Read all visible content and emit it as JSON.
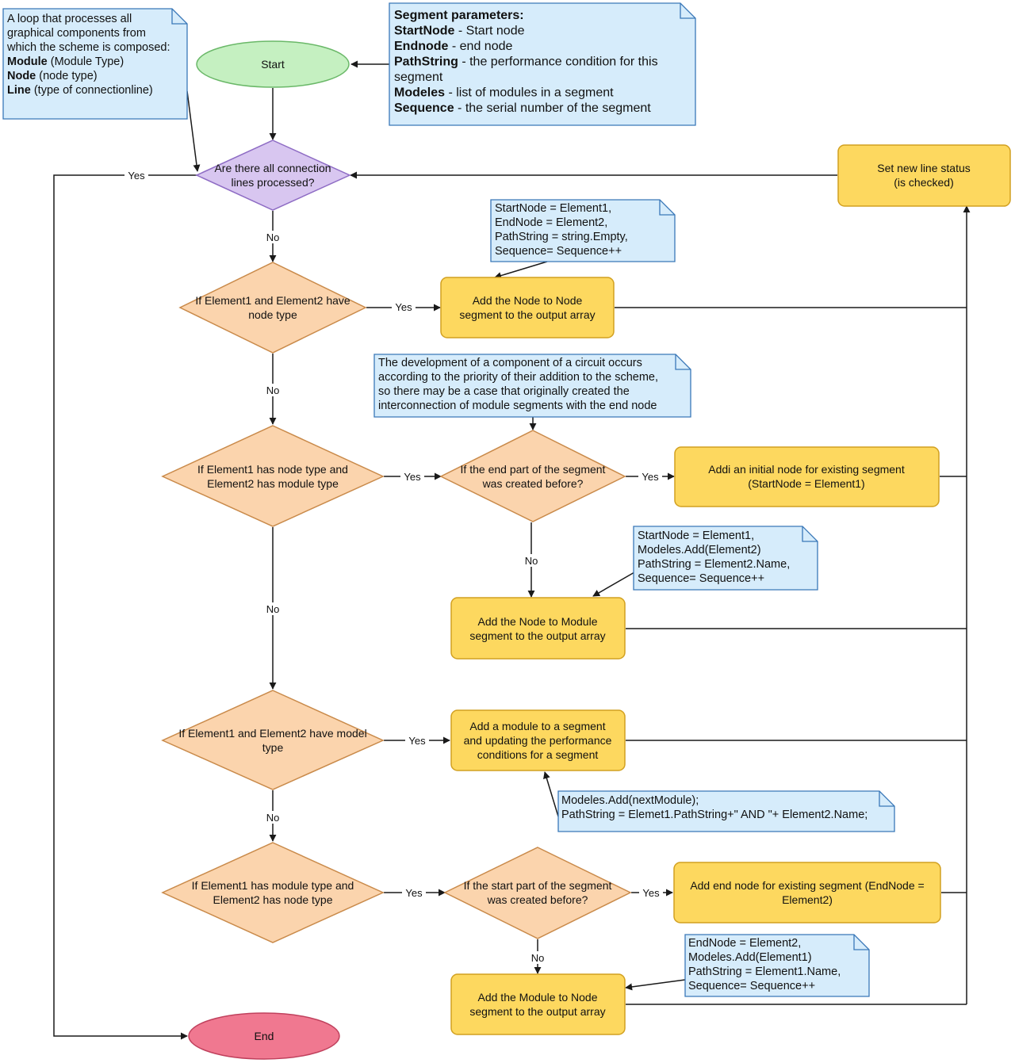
{
  "colors": {
    "note_fill": "#d6ecfb",
    "note_stroke": "#3a78b8",
    "process_fill": "#fdd85f",
    "process_stroke": "#d2a020",
    "decision_fill": "#fbd4ad",
    "decision_stroke": "#c98a4a",
    "start_decision_fill": "#d8c6f0",
    "start_decision_stroke": "#8e6cc4",
    "start_fill": "#c5f0c1",
    "start_stroke": "#6ab868",
    "end_fill": "#f07890",
    "end_stroke": "#c0415d",
    "line": "#1a1a1a"
  },
  "notes": {
    "loop_note": {
      "lines": [
        [
          {
            "t": "A loop that processes all"
          }
        ],
        [
          {
            "t": "graphical components from"
          }
        ],
        [
          {
            "t": "which the scheme is composed:"
          }
        ],
        [
          {
            "t": "Module",
            "b": true
          },
          {
            "t": " (Module Type)"
          }
        ],
        [
          {
            "t": "Node",
            "b": true
          },
          {
            "t": " (node type)"
          }
        ],
        [
          {
            "t": "Line",
            "b": true
          },
          {
            "t": " (type of connectionline)"
          }
        ]
      ]
    },
    "segment_params": {
      "lines": [
        [
          {
            "t": "Segment parameters:",
            "b": true
          }
        ],
        [
          {
            "t": "StartNode",
            "b": true
          },
          {
            "t": " - Start node"
          }
        ],
        [
          {
            "t": "Endnode",
            "b": true
          },
          {
            "t": " - end node"
          }
        ],
        [
          {
            "t": "PathString",
            "b": true
          },
          {
            "t": " - the performance condition for this"
          }
        ],
        [
          {
            "t": "segment"
          }
        ],
        [
          {
            "t": "Modeles",
            "b": true
          },
          {
            "t": " - list of modules in a segment"
          }
        ],
        [
          {
            "t": "Sequence",
            "b": true
          },
          {
            "t": " - the serial number of the segment"
          }
        ]
      ]
    },
    "node_node_note": {
      "lines": [
        [
          {
            "t": "StartNode = Element1,"
          }
        ],
        [
          {
            "t": "EndNode = Element2,"
          }
        ],
        [
          {
            "t": "PathString = string.Empty,"
          }
        ],
        [
          {
            "t": "Sequence= Sequence++"
          }
        ]
      ]
    },
    "priority_note": {
      "lines": [
        [
          {
            "t": "The development of a component of a circuit occurs"
          }
        ],
        [
          {
            "t": "according to the priority of their addition to the scheme,"
          }
        ],
        [
          {
            "t": "so there may be a case that originally created the"
          }
        ],
        [
          {
            "t": "interconnection of module segments with the end node"
          }
        ]
      ]
    },
    "node_module_note": {
      "lines": [
        [
          {
            "t": "StartNode = Element1,"
          }
        ],
        [
          {
            "t": "Modeles.Add(Element2)"
          }
        ],
        [
          {
            "t": "PathString = Element2.Name,"
          }
        ],
        [
          {
            "t": "Sequence= Sequence++"
          }
        ]
      ]
    },
    "add_module_note": {
      "lines": [
        [
          {
            "t": "Modeles.Add(nextModule);"
          }
        ],
        [
          {
            "t": "PathString = Elemet1.PathString+\" AND \"+ Element2.Name;"
          }
        ]
      ]
    },
    "module_node_note": {
      "lines": [
        [
          {
            "t": "EndNode = Element2,"
          }
        ],
        [
          {
            "t": "Modeles.Add(Element1)"
          }
        ],
        [
          {
            "t": "PathString = Element1.Name,"
          }
        ],
        [
          {
            "t": "Sequence= Sequence++"
          }
        ]
      ]
    }
  },
  "nodes": {
    "start": {
      "lines": [
        "Start"
      ]
    },
    "end": {
      "lines": [
        "End"
      ]
    },
    "d_all_processed": {
      "lines": [
        "Are there all connection",
        "lines processed?"
      ]
    },
    "d_node_node": {
      "lines": [
        "If Element1 and Element2 have",
        "node type"
      ]
    },
    "p_add_node_node": {
      "lines": [
        "Add the Node to Node",
        "segment to the output array"
      ]
    },
    "d_node_module": {
      "lines": [
        "If Element1 has  node type and",
        "Element2 has module type"
      ]
    },
    "d_end_part": {
      "lines": [
        "If the end part of the segment",
        "was created before?"
      ]
    },
    "p_add_initial_node": {
      "lines": [
        "Addi an initial node for existing segment",
        "(StartNode = Element1)"
      ]
    },
    "p_add_node_module": {
      "lines": [
        "Add the Node to Module",
        "segment to the output array"
      ]
    },
    "d_module_module": {
      "lines": [
        "If Element1 and Element2 have model",
        "type"
      ]
    },
    "p_add_module": {
      "lines": [
        "Add a module to a segment",
        "and updating the performance",
        "conditions for a segment"
      ]
    },
    "d_module_node": {
      "lines": [
        "If Element1 has module type and",
        "Element2 has node type"
      ]
    },
    "d_start_part": {
      "lines": [
        "If the start part of the segment",
        "was created before?"
      ]
    },
    "p_add_end_node": {
      "lines": [
        "Add end node for existing segment (EndNode =",
        "Element2)"
      ]
    },
    "p_add_module_node": {
      "lines": [
        "Add the   Module to Node",
        "segment to the output array"
      ]
    },
    "p_set_status": {
      "lines": [
        "Set new line status",
        "(is checked)"
      ]
    }
  },
  "edge_labels": {
    "yes": "Yes",
    "no": "No"
  }
}
